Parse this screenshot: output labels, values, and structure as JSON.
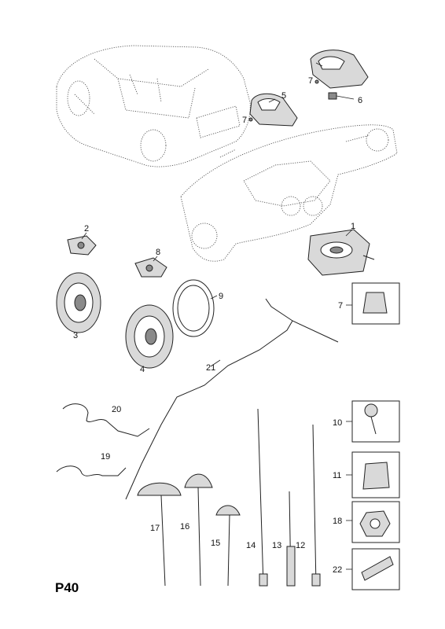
{
  "page_code": "P40",
  "callouts": {
    "c1": "1",
    "c2": "2",
    "c3": "3",
    "c4": "4",
    "c5": "5",
    "c6": "6",
    "c7a": "7",
    "c7b": "7",
    "c7c": "7",
    "c8": "8",
    "c9": "9",
    "c10": "10",
    "c11": "11",
    "c12": "12",
    "c13": "13",
    "c14": "14",
    "c15": "15",
    "c16": "16",
    "c17": "17",
    "c18": "18",
    "c19": "19",
    "c20": "20",
    "c21": "21",
    "c22": "22"
  }
}
